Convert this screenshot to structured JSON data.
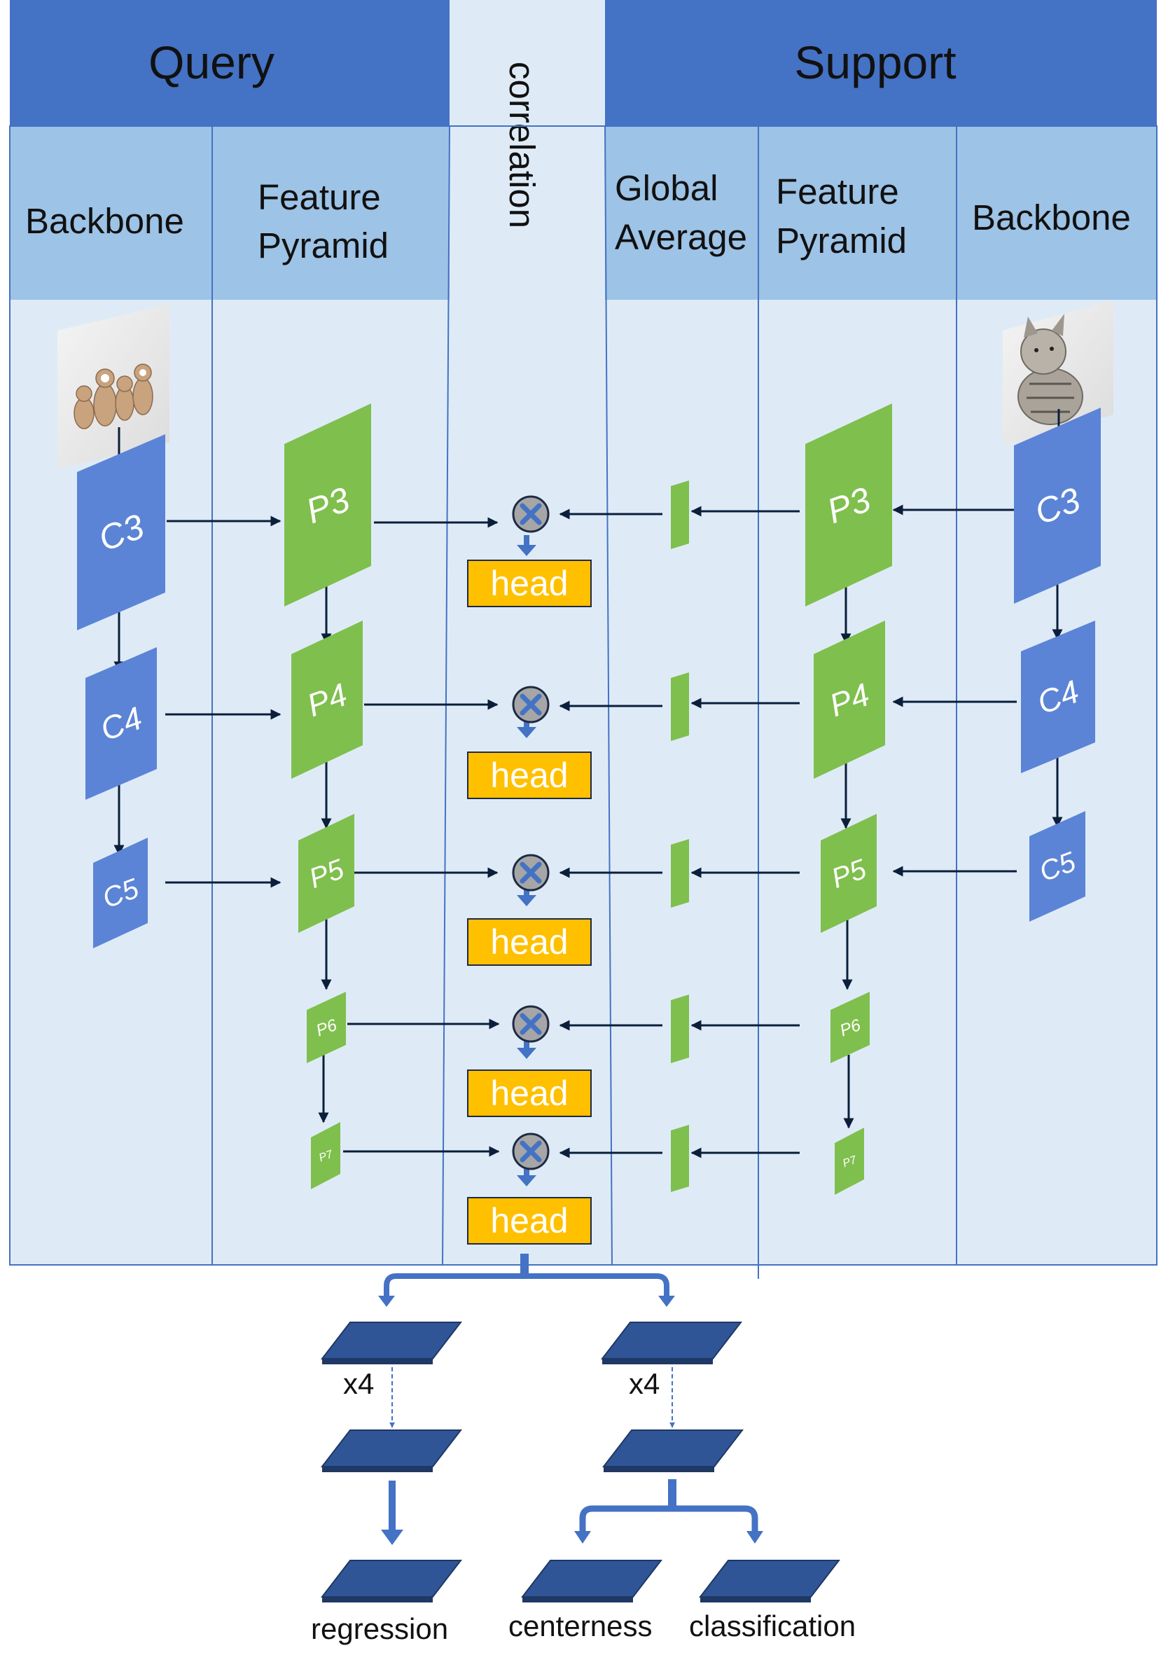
{
  "header": {
    "query": "Query",
    "support": "Support",
    "correlation": "correlation"
  },
  "columns": {
    "query_backbone": "Backbone",
    "query_fpn_1": "Feature",
    "query_fpn_2": "Pyramid",
    "support_gap_1": "Global",
    "support_gap_2": "Average",
    "support_fpn_1": "Feature",
    "support_fpn_2": "Pyramid",
    "support_backbone": "Backbone"
  },
  "query_backbone_boxes": [
    "C3",
    "C4",
    "C5"
  ],
  "query_pyramid_boxes": [
    "P3",
    "P4",
    "P5",
    "P6",
    "P7"
  ],
  "support_backbone_boxes": [
    "C3",
    "C4",
    "C5"
  ],
  "support_pyramid_boxes": [
    "P3",
    "P4",
    "P5",
    "P6",
    "P7"
  ],
  "head_label": "head",
  "outputs": {
    "repeat_left": "x4",
    "repeat_right": "x4",
    "regression": "regression",
    "centerness": "centerness",
    "classification": "classification"
  },
  "colors": {
    "header_blue": "#4472c4",
    "column_header": "#9dc3e6",
    "panel": "#deebf7",
    "backbone_blue": "#5b84d6",
    "pyramid_green": "#7fbf4d",
    "head_orange": "#ffc000",
    "output_navy": "#2f5597",
    "arrow": "#0b1e3a"
  }
}
